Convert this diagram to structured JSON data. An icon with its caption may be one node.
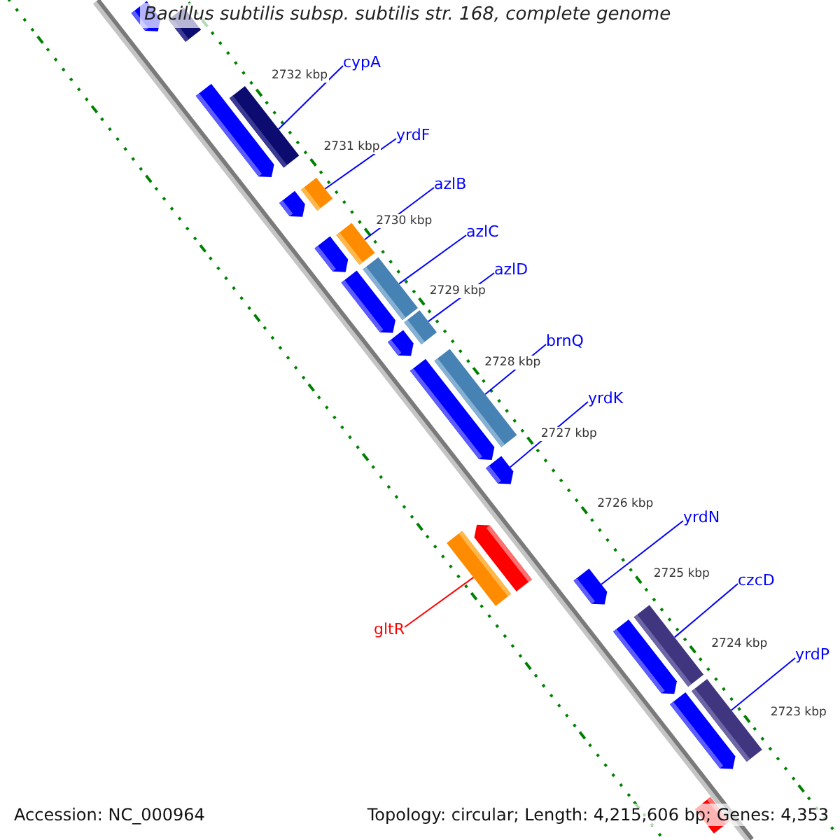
{
  "diagram": {
    "title": "Bacillus subtilis subsp. subtilis str. 168, complete genome",
    "nodes": [
      {
        "text": [
          "cypA"
        ]
      },
      {
        "text": [
          "yrdF"
        ]
      },
      {
        "text": [
          "azlB"
        ]
      },
      {
        "text": [
          "azlC"
        ]
      },
      {
        "text": [
          "azlD"
        ]
      },
      {
        "text": [
          "brnQ"
        ]
      },
      {
        "text": [
          "yrdK"
        ]
      },
      {
        "text": [
          "yrdN"
        ]
      },
      {
        "text": [
          "czcD"
        ]
      },
      {
        "text": [
          "yrdP"
        ]
      },
      {
        "text": [
          "gltR"
        ]
      },
      {
        "text": [],
        "shape": "bar"
      },
      {
        "text": [],
        "shape": "bar"
      },
      {
        "text": [],
        "shape": "bar"
      },
      {
        "text": [],
        "shape": "bar"
      },
      {
        "text": [],
        "shape": "bar"
      },
      {
        "text": [],
        "shape": "bar"
      },
      {
        "text": [],
        "shape": "bar"
      },
      {
        "text": [],
        "shape": "bar"
      },
      {
        "text": [],
        "shape": "bar"
      },
      {
        "text": [],
        "shape": "bar"
      },
      {
        "text": [],
        "shape": "bar"
      },
      {
        "text": [],
        "shape": "bar"
      },
      {
        "text": [],
        "shape": "bar"
      },
      {
        "text": [],
        "shape": "bar"
      },
      {
        "text": [],
        "shape": "bar"
      },
      {
        "text": [],
        "shape": "bar"
      },
      {
        "text": [],
        "shape": "bar"
      },
      {
        "text": [],
        "shape": "bar"
      },
      {
        "text": [],
        "shape": "bar"
      },
      {
        "text": [],
        "shape": "bar"
      },
      {
        "text": [],
        "shape": "bar"
      },
      {
        "text": [],
        "shape": "bar"
      },
      {
        "text": [],
        "shape": "bar"
      }
    ],
    "edges": [
      {
        "from": 0,
        "to": 14,
        "arrow": "none"
      },
      {
        "from": 1,
        "to": 16,
        "arrow": "none"
      },
      {
        "from": 2,
        "to": 18,
        "arrow": "none"
      },
      {
        "from": 3,
        "to": 20,
        "arrow": "none"
      },
      {
        "from": 4,
        "to": 21,
        "arrow": "none"
      },
      {
        "from": 5,
        "to": 24,
        "arrow": "none"
      },
      {
        "from": 6,
        "to": 25,
        "arrow": "none"
      },
      {
        "from": 7,
        "to": 28,
        "arrow": "none"
      },
      {
        "from": 8,
        "to": 30,
        "arrow": "none"
      },
      {
        "from": 9,
        "to": 31,
        "arrow": "none"
      },
      {
        "from": 10,
        "to": 27,
        "arrow": "none",
        "color": "#ff0000"
      }
    ],
    "labels": [
      "2732 kbp",
      "2731 kbp",
      "2730 kbp",
      "2729 kbp",
      "2728 kbp",
      "2727 kbp",
      "2726 kbp",
      "2725 kbp",
      "2724 kbp",
      "2723 kbp",
      "Accession: NC_000964",
      "Topology: circular; Length: 4,215,606 bp; Genes: 4,353"
    ]
  }
}
